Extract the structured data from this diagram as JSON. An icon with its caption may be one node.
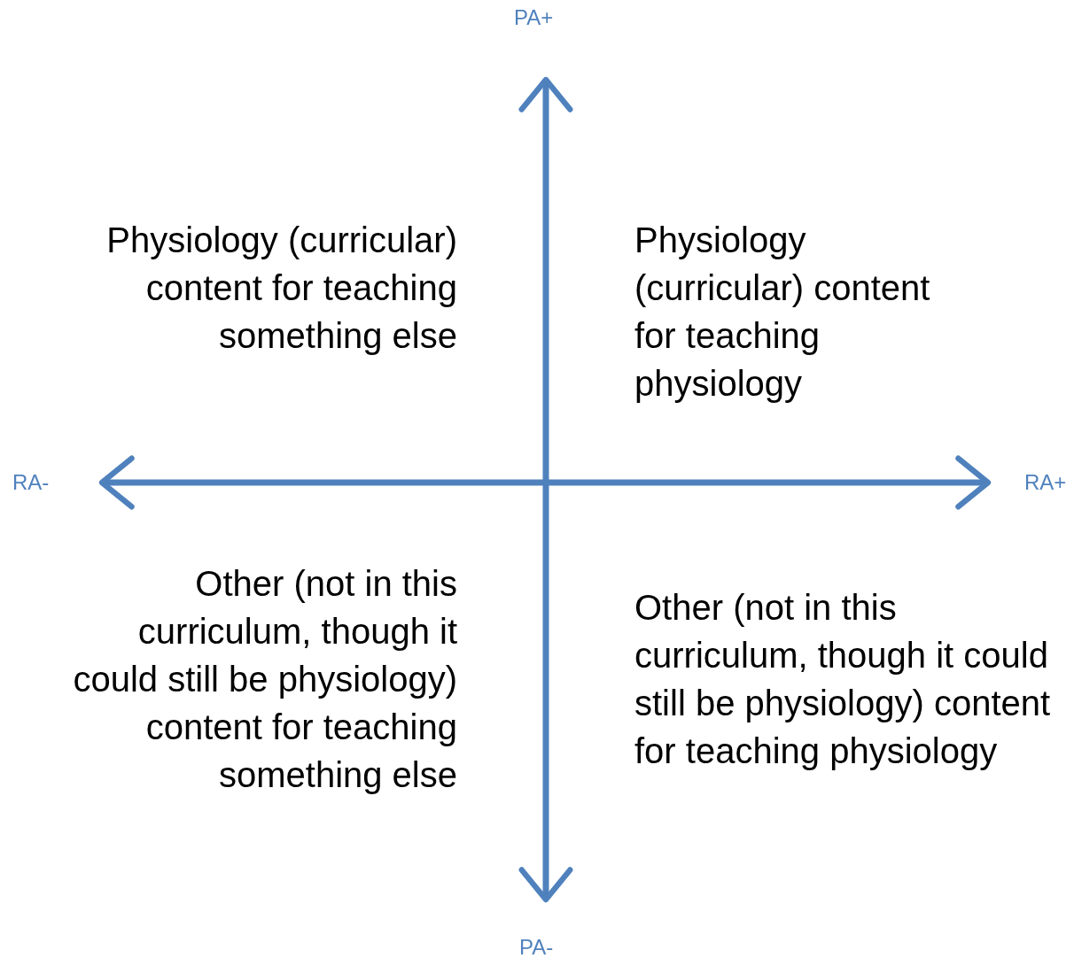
{
  "diagram": {
    "labels": [
      "PA+",
      "Physiology (curricular) content for teaching something else",
      "Physiology (curricular) content for teaching physiology",
      "RA-",
      "RA+",
      "Other (not in this curriculum, though it could still be physiology) content for teaching something else",
      "Other (not in this curriculum, though it could still be physiology) content for teaching physiology",
      "PA-"
    ]
  }
}
